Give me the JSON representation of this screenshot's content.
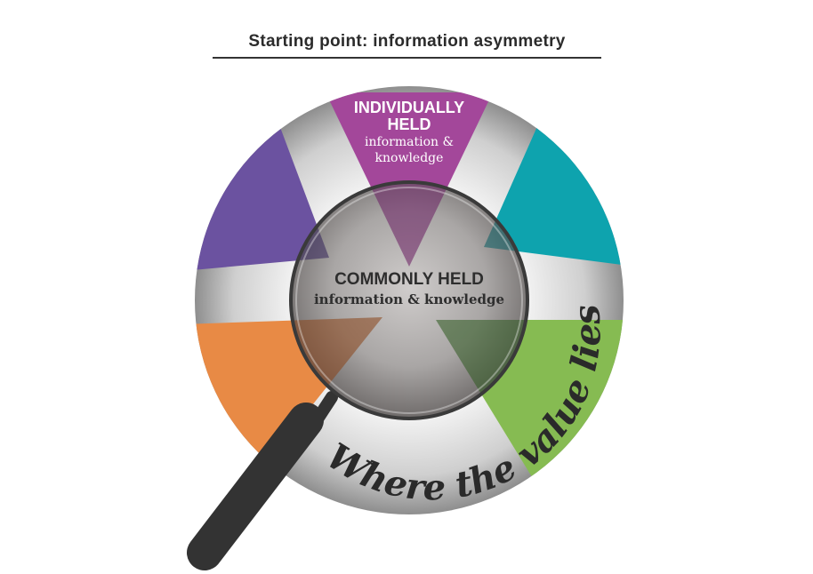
{
  "title": "Starting point: information asymmetry",
  "individually_held": {
    "title": "INDIVIDUALLY HELD",
    "subtitle": "information & knowledge"
  },
  "commonly_held": {
    "title": "COMMONLY HELD",
    "subtitle": "information & knowledge"
  },
  "tagline": "Where the value lies",
  "colors": {
    "magenta": "#a3479a",
    "teal": "#0ea3ae",
    "green": "#86bb52",
    "orange": "#e88a45",
    "purple": "#6b52a0",
    "handle": "#333333"
  }
}
